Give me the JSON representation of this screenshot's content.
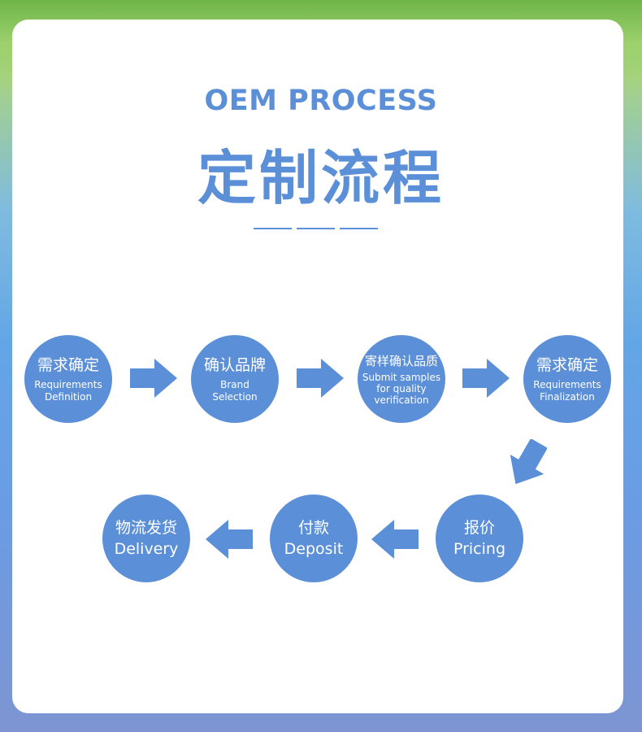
{
  "header": {
    "title_en": "OEM PROCESS",
    "title_cn": "定制流程"
  },
  "colors": {
    "accent": "#5b8fd8",
    "panel": "#ffffff"
  },
  "steps": [
    {
      "cn": "需求确定",
      "en": "Requirements\nDefinition"
    },
    {
      "cn": "确认品牌",
      "en": "Brand\nSelection"
    },
    {
      "cn": "寄样确认品质",
      "en": "Submit samples\nfor quality\nverification"
    },
    {
      "cn": "需求确定",
      "en": "Requirements\nFinalization"
    },
    {
      "cn": "报价",
      "en": "Pricing"
    },
    {
      "cn": "付款",
      "en": "Deposit"
    },
    {
      "cn": "物流发货",
      "en": "Delivery"
    }
  ],
  "arrows": [
    "right-arrow",
    "right-arrow",
    "right-arrow",
    "down-left-arrow",
    "left-arrow",
    "left-arrow"
  ]
}
